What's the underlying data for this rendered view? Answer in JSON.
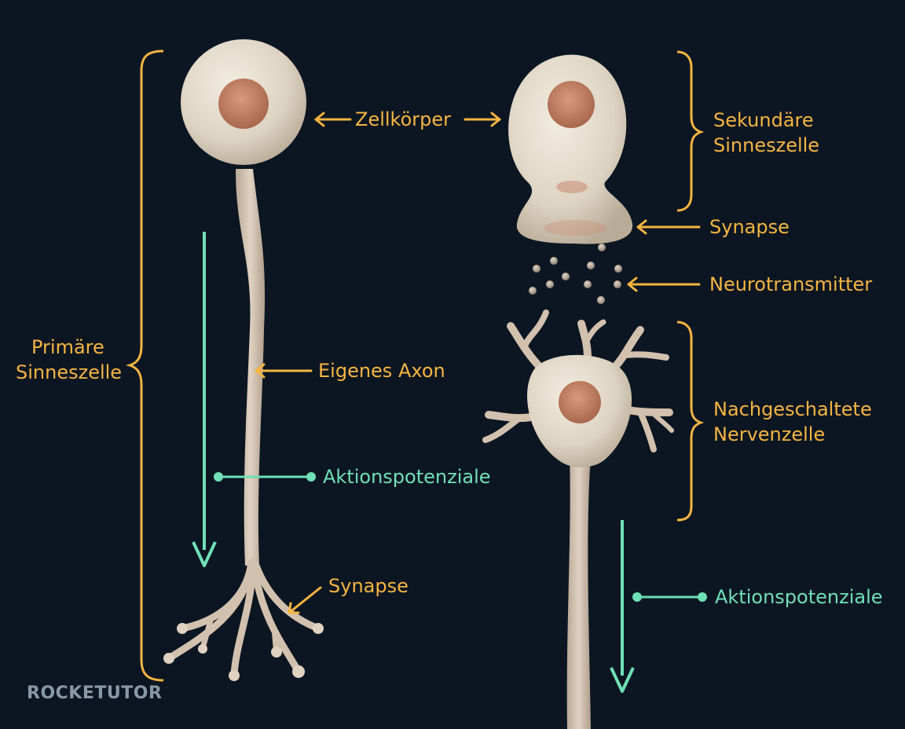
{
  "colors": {
    "background": "#0c1622",
    "label_orange": "#f5b542",
    "label_green": "#6fe0b6",
    "cell_body": "#e4dccd",
    "nucleus": "#c9886a",
    "logo": "#8a97a6"
  },
  "labels": {
    "cell_body": "Zellkörper",
    "secondary_line1": "Sekundäre",
    "secondary_line2": "Sinneszelle",
    "synapse_right": "Synapse",
    "neurotransmitter": "Neurotransmitter",
    "primary_line1": "Primäre",
    "primary_line2": "Sinneszelle",
    "own_axon": "Eigenes Axon",
    "action_potentials_left": "Aktionspotenziale",
    "synapse_left": "Synapse",
    "downstream_line1": "Nachgeschaltete",
    "downstream_line2": "Nervenzelle",
    "action_potentials_right": "Aktionspotenziale"
  },
  "logo": {
    "text": "ROCKETUTOR"
  }
}
